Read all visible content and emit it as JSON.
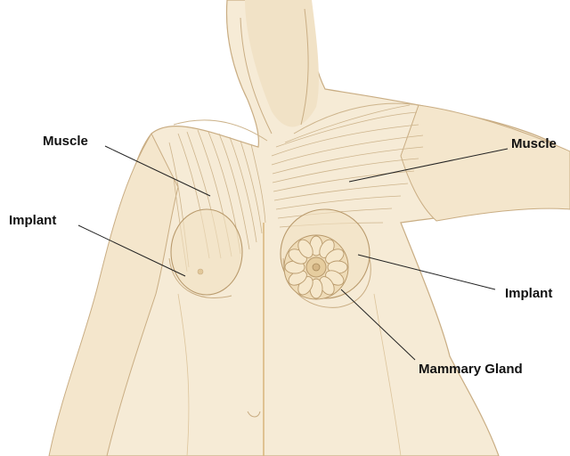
{
  "labels": {
    "muscle_left": "Muscle",
    "muscle_right": "Muscle",
    "implant_left": "Implant",
    "implant_right": "Implant",
    "mammary_gland": "Mammary Gland"
  },
  "colors": {
    "skin_fill": "#f6ebd6",
    "skin_shadow": "#ead6b3",
    "outline": "#c9ad83",
    "muscle_fiber": "#cdb48c",
    "implant_fill": "#f1e1c2",
    "gland_fill": "#efdcb8",
    "midline": "#d7b57a",
    "leader": "#222222"
  }
}
